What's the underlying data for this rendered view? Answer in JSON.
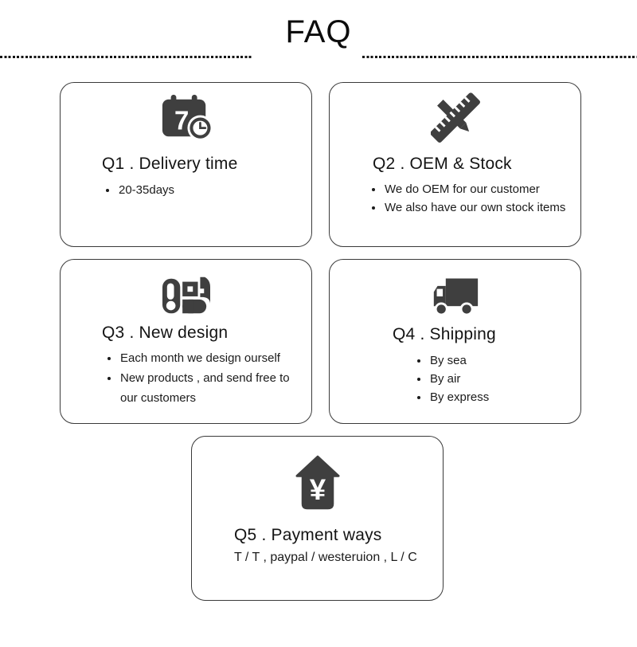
{
  "header": {
    "title": "FAQ"
  },
  "colors": {
    "icon": "#3f3f3f",
    "card_border": "#3a3a3a",
    "text": "#1a1a1a"
  },
  "cards": [
    {
      "icon": "calendar-clock-icon",
      "icon_label": "7",
      "title": "Q1 . Delivery time",
      "bullets": [
        "20-35days"
      ]
    },
    {
      "icon": "ruler-pencil-icon",
      "title": "Q2 . OEM & Stock",
      "bullets": [
        "We do OEM for our customer",
        "We also have our own stock items"
      ]
    },
    {
      "icon": "blueprint-icon",
      "title": "Q3 . New design",
      "bullets": [
        "Each month we design ourself",
        "New products , and send free to our customers"
      ]
    },
    {
      "icon": "truck-icon",
      "title": "Q4 . Shipping",
      "bullets": [
        "By sea",
        "By air",
        "By express"
      ]
    },
    {
      "icon": "house-yen-icon",
      "icon_label": "¥",
      "title": "Q5 . Payment ways",
      "note": "T / T , paypal / westeruion , L / C"
    }
  ]
}
